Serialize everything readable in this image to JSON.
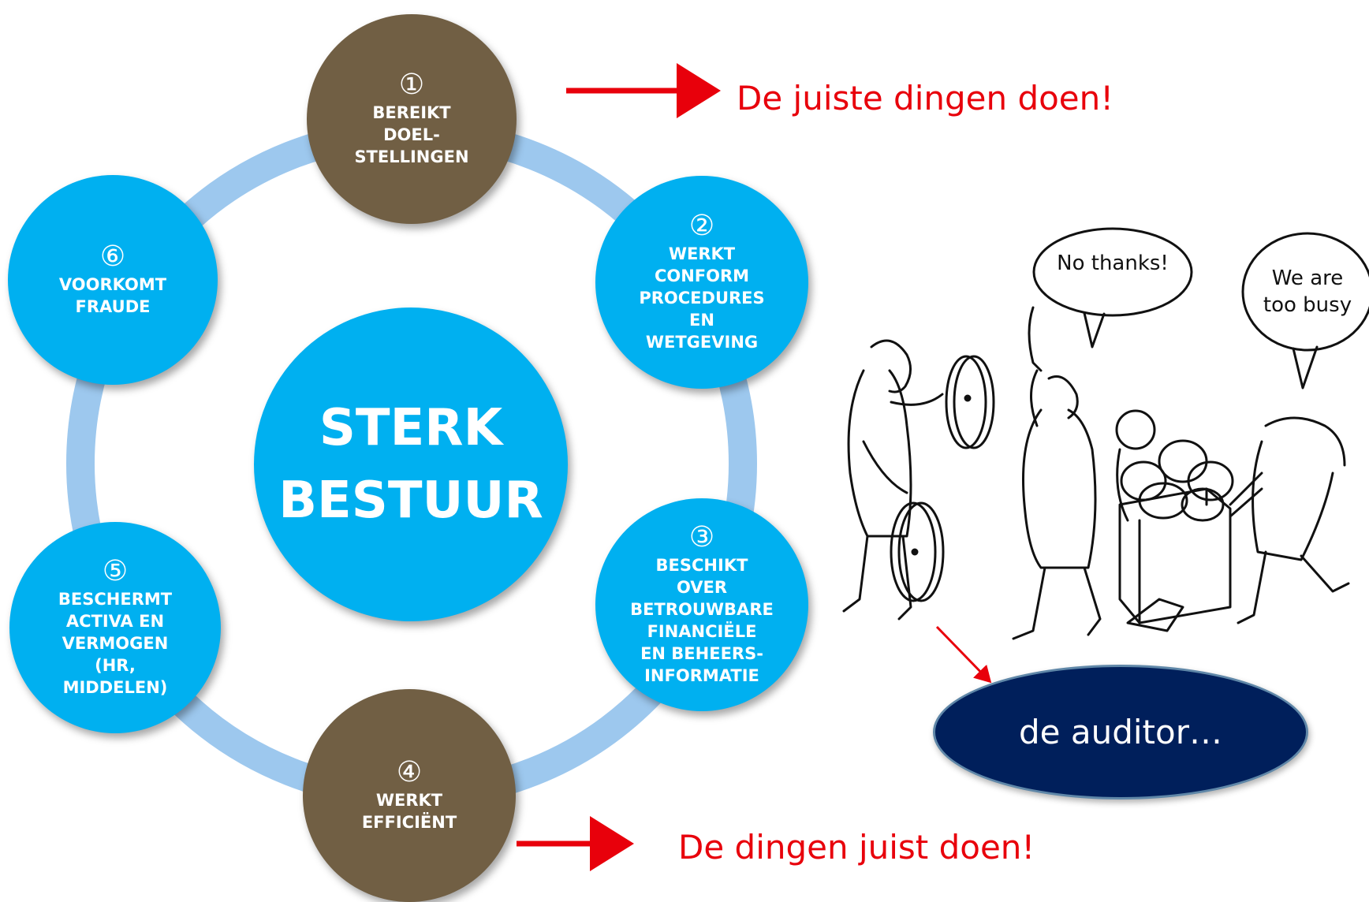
{
  "center": {
    "label": "STERK\nBESTUUR"
  },
  "nodes": [
    {
      "number": "①",
      "label": "BEREIKT\nDOEL-\nSTELLINGEN",
      "color": "#715f44"
    },
    {
      "number": "②",
      "label": "WERKT\nCONFORM\nPROCEDURES\nEN\nWETGEVING",
      "color": "#00b0f0"
    },
    {
      "number": "③",
      "label": "BESCHIKT\nOVER\nBETROUWBARE\nFINANCIËLE\nEN BEHEERS-\nINFORMATIE",
      "color": "#00b0f0"
    },
    {
      "number": "④",
      "label": "WERKT\nEFFICIËNT",
      "color": "#715f44"
    },
    {
      "number": "⑤",
      "label": "BESCHERMT\nACTIVA EN\nVERMOGEN\n(HR,\nMIDDELEN)",
      "color": "#00b0f0"
    },
    {
      "number": "⑥",
      "label": "VOORKOMT\nFRAUDE",
      "color": "#00b0f0"
    }
  ],
  "notes": {
    "top": "De juiste dingen doen!",
    "bottom": "De dingen juist doen!"
  },
  "cartoon": {
    "bubble_left": "No thanks!",
    "bubble_right": "We are\ntoo busy"
  },
  "auditor": {
    "label": "de auditor…"
  },
  "colors": {
    "ring": "#9dc8ee",
    "blue_node": "#00b0f0",
    "brown_node": "#715f44",
    "note_red": "#e8000b",
    "arrow_red": "#e8000b",
    "auditor_fill": "#001f5b"
  }
}
